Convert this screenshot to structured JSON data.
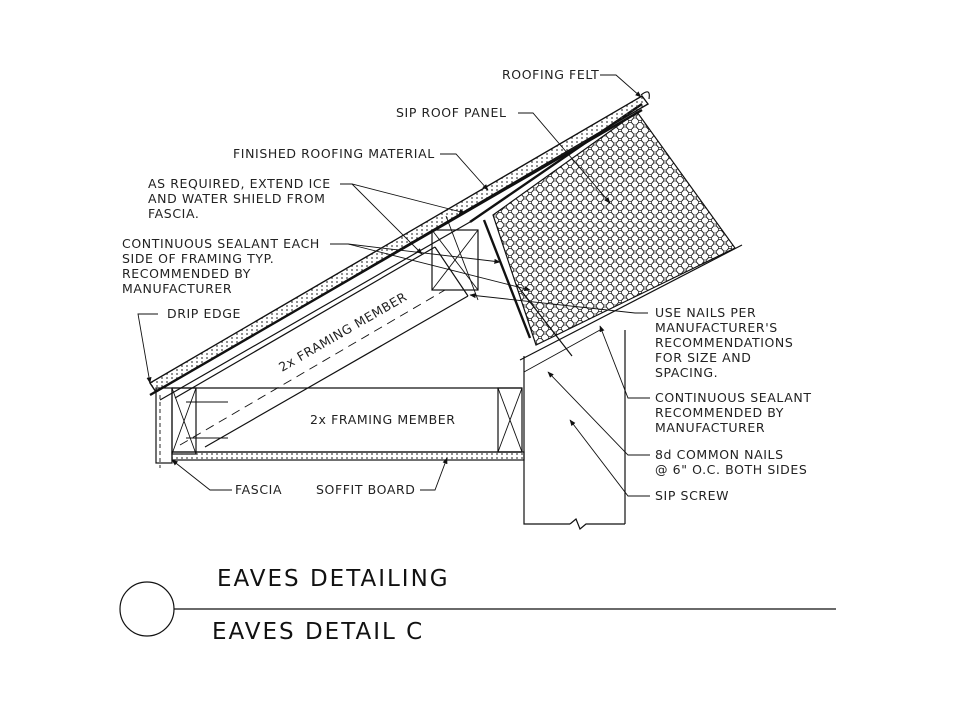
{
  "labels": {
    "roofing_felt": "ROOFING FELT",
    "sip_roof_panel": "SIP ROOF PANEL",
    "finished_roofing": "FINISHED ROOFING MATERIAL",
    "ice_shield": [
      "AS REQUIRED, EXTEND ICE",
      "AND WATER SHIELD FROM",
      "FASCIA."
    ],
    "sealant_framing": [
      "CONTINUOUS SEALANT EACH",
      "SIDE OF FRAMING TYP.",
      "RECOMMENDED BY",
      "MANUFACTURER"
    ],
    "drip_edge": "DRIP EDGE",
    "rafter": "2x FRAMING MEMBER",
    "joist": "2x FRAMING MEMBER",
    "fascia": "FASCIA",
    "soffit": "SOFFIT BOARD",
    "nails_per_mfr": [
      "USE NAILS PER",
      "MANUFACTURER'S",
      "RECOMMENDATIONS",
      "FOR SIZE AND",
      "SPACING."
    ],
    "sealant_mfr": [
      "CONTINUOUS SEALANT",
      "RECOMMENDED BY",
      "MANUFACTURER"
    ],
    "common_nails": [
      "8d COMMON NAILS",
      "@ 6\" O.C. BOTH SIDES"
    ],
    "sip_screw": "SIP SCREW"
  },
  "title_block": {
    "heading": "EAVES DETAILING",
    "subheading": "EAVES DETAIL C"
  }
}
